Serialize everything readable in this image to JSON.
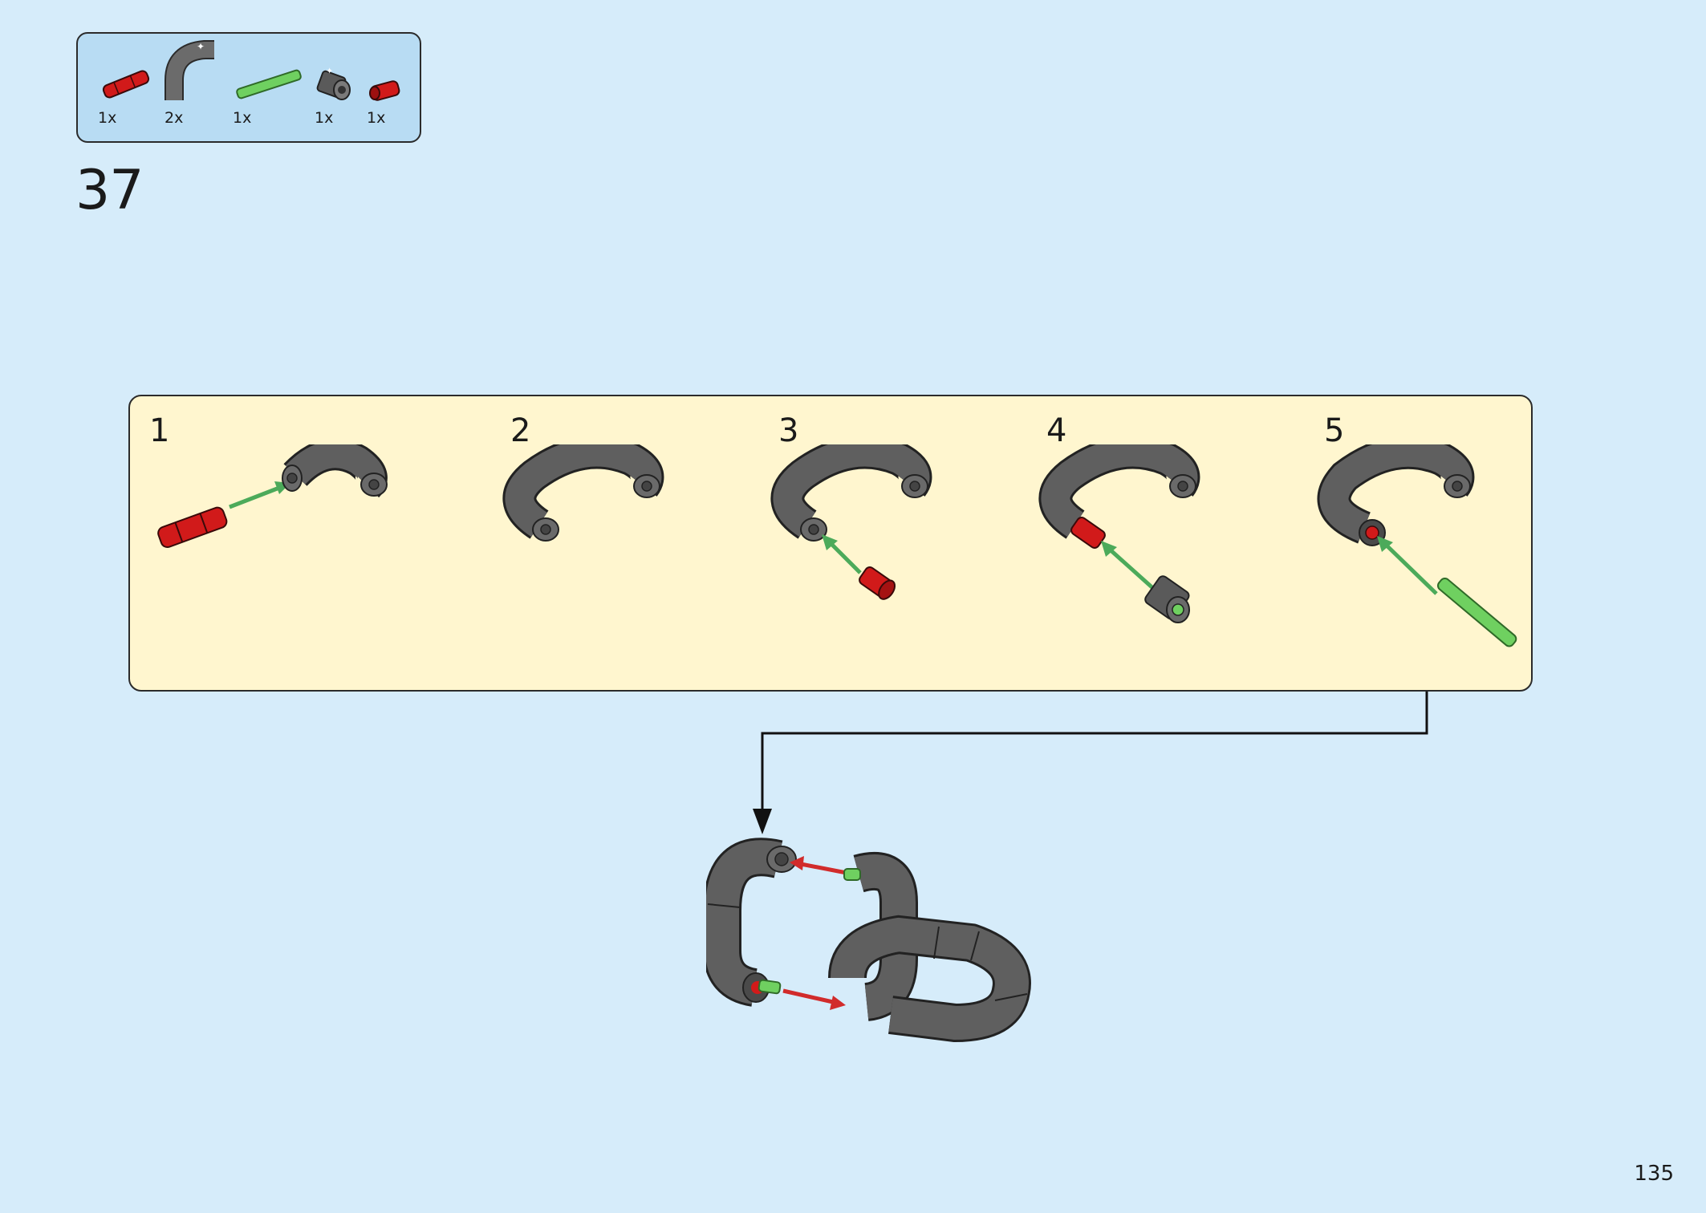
{
  "parts_list": {
    "items": [
      {
        "name": "red-axle-connector",
        "qty": "1x"
      },
      {
        "name": "grey-tube-elbow",
        "qty": "2x"
      },
      {
        "name": "green-axle",
        "qty": "1x"
      },
      {
        "name": "grey-bush",
        "qty": "1x"
      },
      {
        "name": "red-pin",
        "qty": "1x"
      }
    ]
  },
  "step": {
    "number": "37"
  },
  "substeps": [
    {
      "number": "1"
    },
    {
      "number": "2"
    },
    {
      "number": "3"
    },
    {
      "number": "4"
    },
    {
      "number": "5"
    }
  ],
  "colors": {
    "page_bg": "#d6ecfa",
    "parts_box_bg": "#b8dcf3",
    "substep_panel_bg": "#fff6cf",
    "part_grey": "#5a5a5a",
    "part_red": "#d11a1a",
    "part_green": "#6fd060",
    "arrow_green": "#4caa5a",
    "arrow_red": "#d12b2b"
  },
  "page": {
    "number": "135"
  }
}
